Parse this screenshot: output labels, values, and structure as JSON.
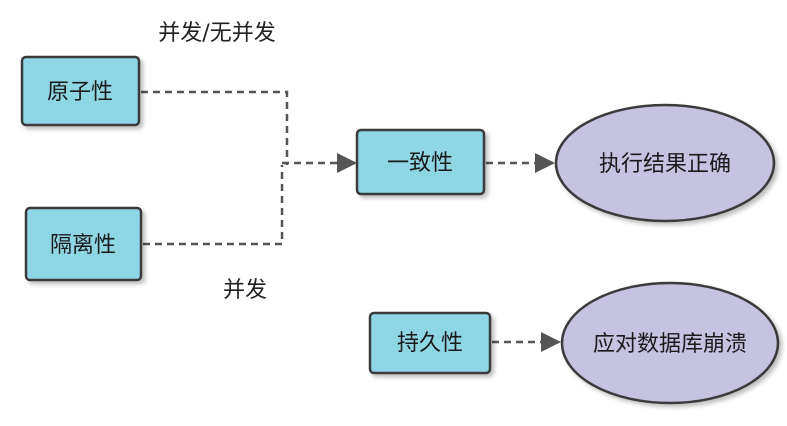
{
  "nodes": {
    "atomicity": "原子性",
    "isolation": "隔离性",
    "consistency": "一致性",
    "durability": "持久性",
    "correct_result": "执行结果正确",
    "db_crash": "应对数据库崩溃"
  },
  "labels": {
    "concurrent_or_not": "并发/无并发",
    "concurrent": "并发"
  },
  "colors": {
    "box_fill": "#8fd6e4",
    "oval_fill": "#c5c3df",
    "stroke": "#3a3a3a",
    "line": "#555555"
  }
}
